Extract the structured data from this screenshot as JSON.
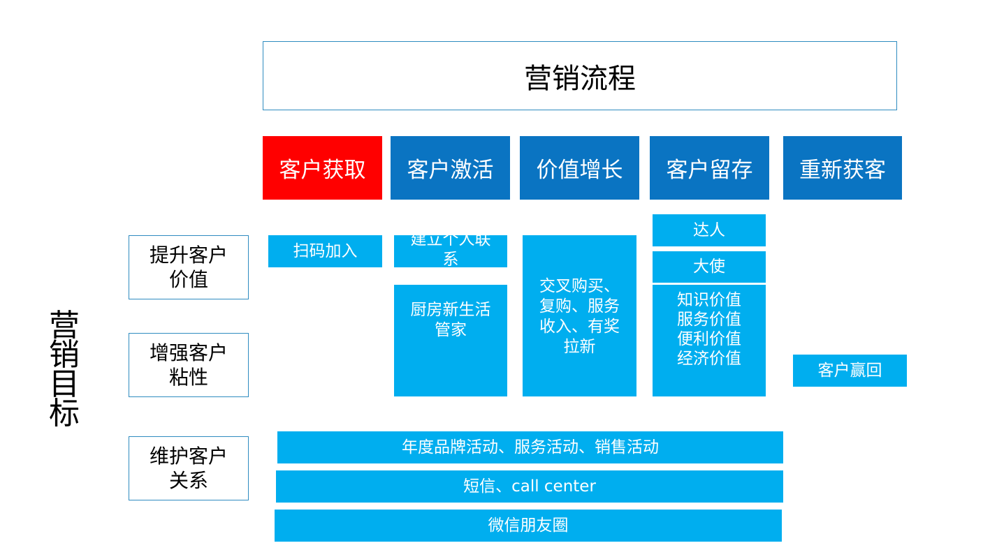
{
  "title": "营销流程",
  "side_label": [
    "营",
    "销",
    "目",
    "标"
  ],
  "stages": [
    "客户获取",
    "客户激活",
    "价值增长",
    "客户留存",
    "重新获客"
  ],
  "goals": [
    "提升客户\n价值",
    "增强客户\n粘性",
    "维护客户\n关系"
  ],
  "cells": {
    "scan_join": "扫码加入",
    "personal_contact": "建立个人联\n系",
    "kitchen_butler": "厨房新生活\n管家",
    "cross_sell": "交叉购买、\n复购、服务\n收入、有奖\n拉新",
    "expert": "达人",
    "ambassador": "大使",
    "values": "知识价值\n服务价值\n便利价值\n经济价值",
    "win_back": "客户赢回",
    "annual_events": "年度品牌活动、服务活动、销售活动",
    "sms": "短信、call center",
    "wechat": "微信朋友圈"
  },
  "colors": {
    "stage_blue": "#0a74c2",
    "stage_active": "#ff0000",
    "cell_blue": "#00aeef",
    "border_blue": "#2e8bc0"
  }
}
